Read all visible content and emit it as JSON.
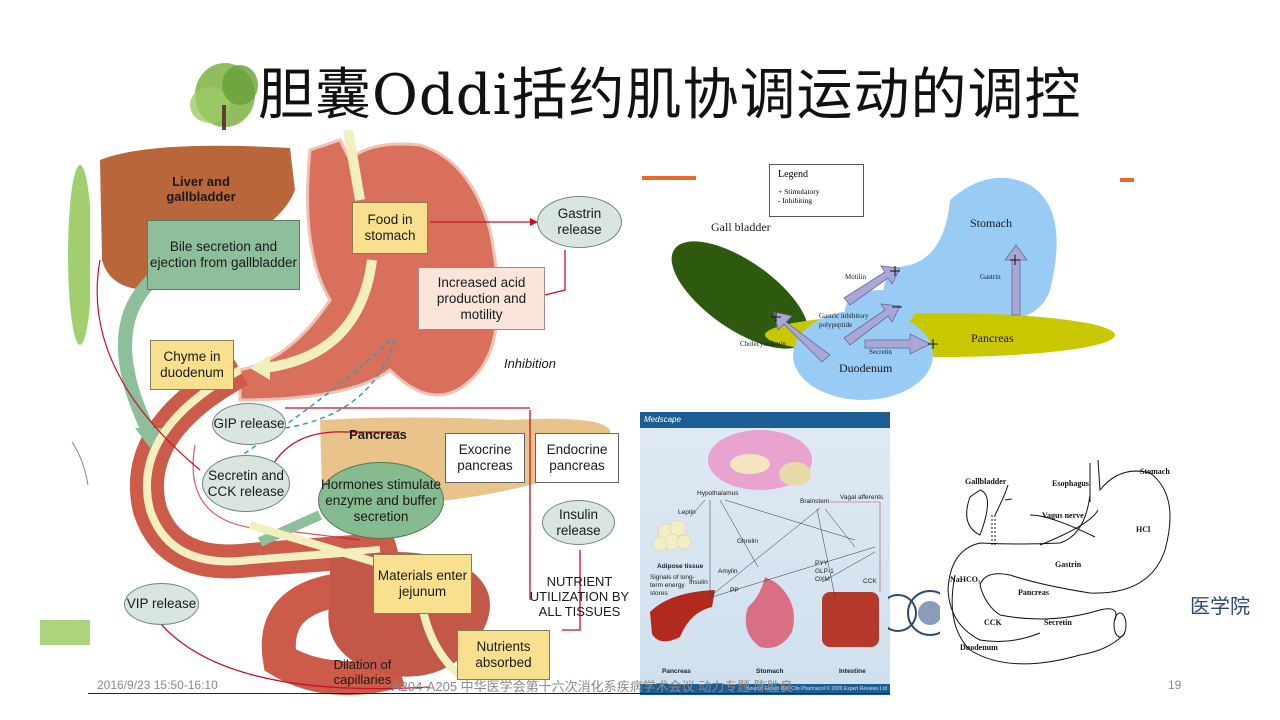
{
  "slide": {
    "title": "胆囊Oddi括约肌协调运动的调控",
    "page_number": "19",
    "footer_date": "2016/9/23 15:50-16:10",
    "footer_center": "A204-A205 中华医学会第十六次消化系疾病学术会议 动力专题 陈胜良",
    "college_text": "医学院",
    "accent_color": "#e86a2a"
  },
  "flow_diagram": {
    "liver_label": "Liver and gallbladder",
    "bile_box": "Bile secretion and ejection from gallbladder",
    "food_box": "Food in stomach",
    "gastrin_oval": "Gastrin release",
    "acid_box": "Increased acid production and motility",
    "inhibition_label": "Inhibition",
    "chyme_box": "Chyme in duodenum",
    "gip_oval": "GIP release",
    "secretin_oval": "Secretin and CCK release",
    "pancreas_label": "Pancreas",
    "exocrine_box": "Exocrine pancreas",
    "endocrine_box": "Endocrine pancreas",
    "hormones_oval": "Hormones stimulate enzyme and buffer secretion",
    "insulin_oval": "Insulin release",
    "nutrient_label": "NUTRIENT UTILIZATION BY ALL TISSUES",
    "jejunum_box": "Materials enter jejunum",
    "vip_oval": "VIP release",
    "absorbed_box": "Nutrients absorbed",
    "dilation_label": "Dilation of capillaries"
  },
  "organ_diagram": {
    "legend_title": "Legend",
    "legend_items": [
      "+ Stimulatory",
      "-  Inhibiting"
    ],
    "gall_bladder": "Gall bladder",
    "stomach": "Stomach",
    "pancreas": "Pancreas",
    "duodenum": "Duodenum",
    "motilin": "Motilin",
    "gastrin": "Gastrin",
    "gip": "Gastric inhibitory polypeptide",
    "cholecystokinin": "Cholecystokinin",
    "secretin": "Secretin",
    "colors": {
      "gall_bladder": "#2e5a10",
      "stomach": "#99ccf5",
      "pancreas": "#c9c800",
      "arrow": "#a9a7d6"
    }
  },
  "medscape": {
    "header": "Medscape",
    "hypothalamus": "Hypothalamus",
    "brainstem": "Brainstem",
    "vagal": "Vagal afferents",
    "leptin": "Leptin",
    "ghrelin": "Ghrelin",
    "adipose": "Adipose tissue",
    "signals": "Signals of long-term energy stores",
    "insulin": "Insulin",
    "amylin": "Amylin",
    "pp": "PP",
    "pyy": "PYY",
    "glp1": "GLP-1",
    "oxm": "OXM",
    "cck": "CCK",
    "pancreas": "Pancreas",
    "stomach": "Stomach",
    "intestine": "Intestine",
    "source": "Source: Expert Rev Clin Pharmacol © 2009 Expert Reviews Ltd"
  },
  "line_diagram": {
    "gallbladder": "Gallbladder",
    "esophagus": "Esophagus",
    "stomach": "Stomach",
    "vagus": "Vagus nerve",
    "hcl": "HCl",
    "gastrin": "Gastrin",
    "nahco3": "NaHCO₃",
    "pancreas": "Pancreas",
    "cck": "CCK",
    "secretin": "Secretin",
    "duodenum": "Duodenum"
  }
}
